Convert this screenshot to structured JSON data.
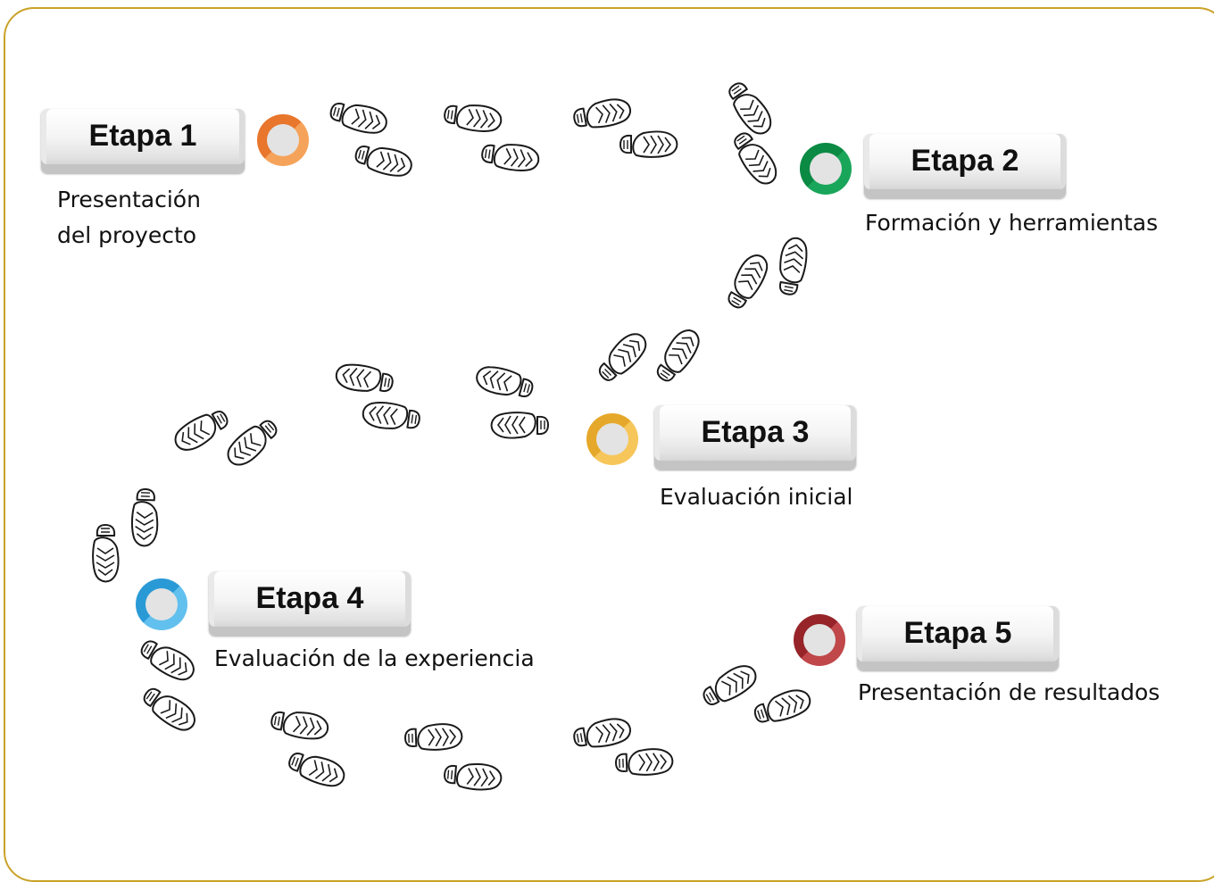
{
  "stages": [
    {
      "label": "Etapa 1",
      "description": "Presentación\ndel proyecto",
      "color_light": "#f5a35a",
      "color_dark": "#e8762c"
    },
    {
      "label": "Etapa 2",
      "description": "Formación y herramientas",
      "color_light": "#1aa65a",
      "color_dark": "#0a8a43"
    },
    {
      "label": "Etapa 3",
      "description": "Evaluación inicial",
      "color_light": "#f6c65a",
      "color_dark": "#e6a82a"
    },
    {
      "label": "Etapa 4",
      "description": "Evaluación de la experiencia",
      "color_light": "#62c0ee",
      "color_dark": "#2a9ad6"
    },
    {
      "label": "Etapa 5",
      "description": "Presentación de resultados",
      "color_light": "#c0474a",
      "color_dark": "#962429"
    }
  ],
  "colors": {
    "frame_border": "#c9a227"
  },
  "icons": {
    "steps": "footprints-icon"
  }
}
